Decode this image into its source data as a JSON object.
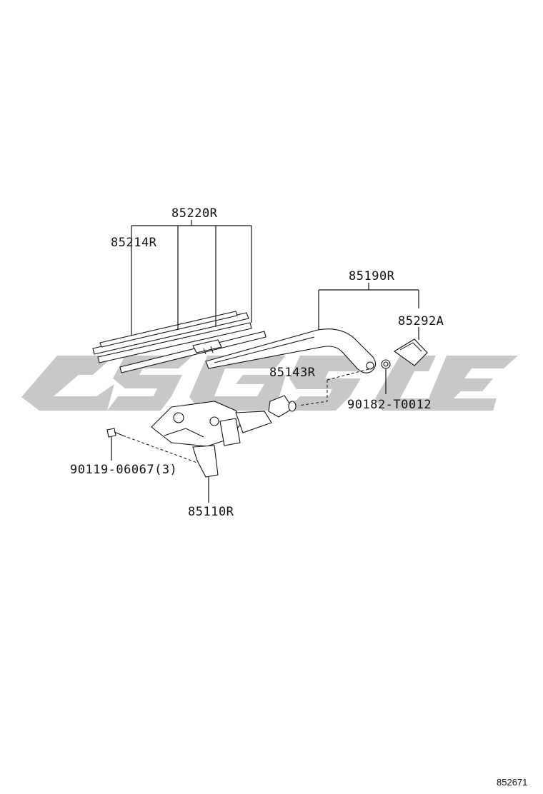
{
  "watermark": {
    "color": "#c8c8c8",
    "kind": "brand-watermark"
  },
  "labels": {
    "blade_assy": "85220R",
    "blade_rubber": "85214R",
    "wiper_arm": "85190R",
    "arm_cap": "85292A",
    "pivot_cap": "85143R",
    "nut": "90182-T0012",
    "bolt": "90119-06067(3)",
    "motor": "85110R"
  },
  "figure_number": "852671"
}
